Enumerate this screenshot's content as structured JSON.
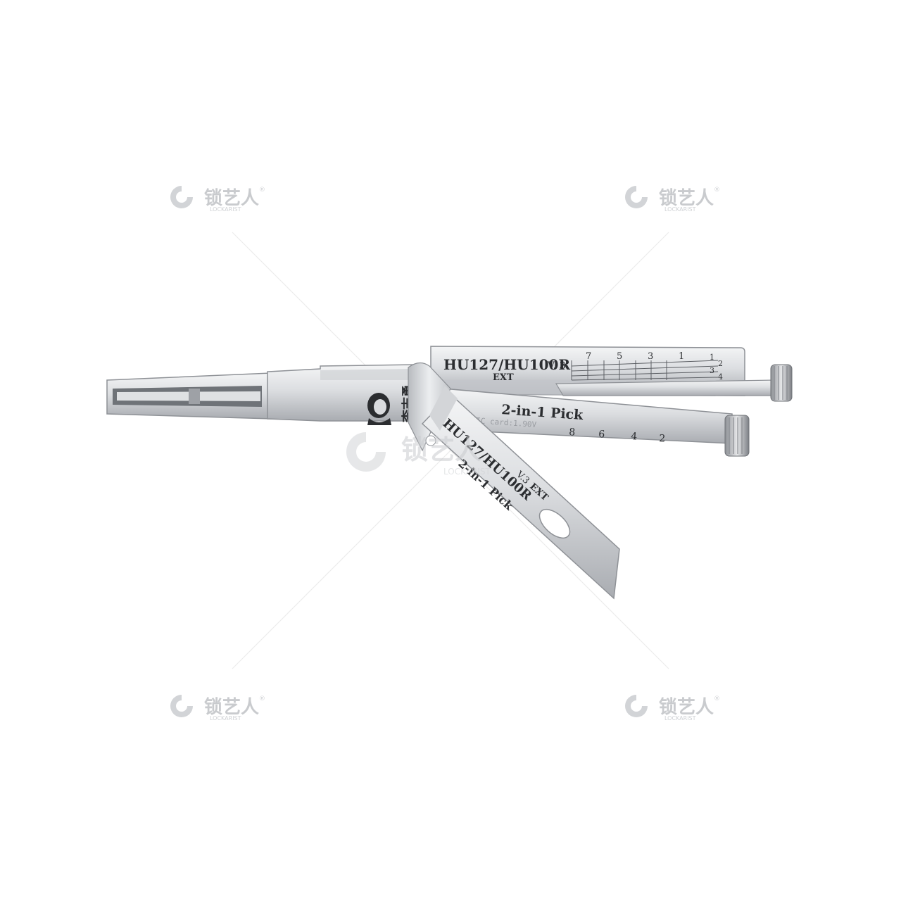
{
  "watermark": {
    "brand_cn": "锁艺人",
    "brand_en": "LOCKARIST",
    "registered": "®",
    "icon": "lockarist-swirl-logo-icon",
    "color": "#c9cbce"
  },
  "product": {
    "main_blade": {
      "model": "HU127/HU100R",
      "version": "V. 3",
      "variant": "EXT",
      "depth_marks_top": [
        "7",
        "5",
        "3",
        "1"
      ],
      "depth_marks_side": [
        "1",
        "2",
        "3",
        "4"
      ],
      "title": "2-in-1 Pick",
      "ic_card": "IC card:1.90V",
      "lower_marks": [
        "8",
        "6",
        "4",
        "2"
      ]
    },
    "angled_blade": {
      "model": "HU127/HU100R",
      "version": "V.3",
      "variant": "EXT",
      "title": "2-in-1 Pick"
    },
    "maker_mark": "李志勇",
    "colors": {
      "steel_light": "#e9eaec",
      "steel_mid": "#c9cbce",
      "steel_dark": "#8e9196",
      "engraving": "#2b2d30"
    }
  }
}
